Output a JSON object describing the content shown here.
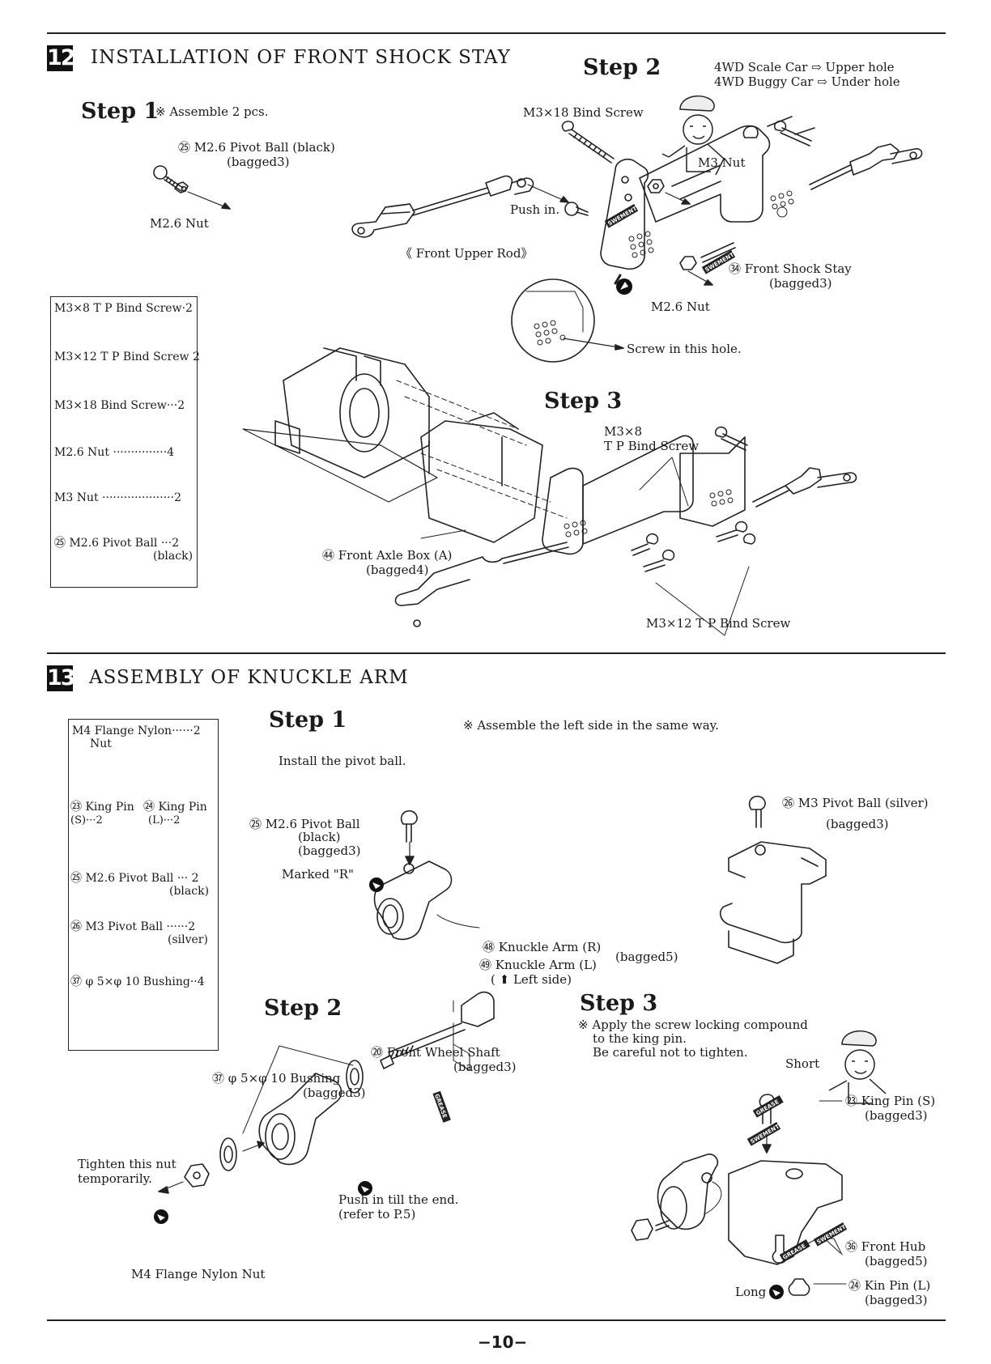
{
  "sec12": {
    "number": "12",
    "title": "INSTALLATION OF FRONT SHOCK STAY",
    "step1": {
      "label": "Step 1",
      "note": "※ Assemble 2 pcs.",
      "pivot_ball": "㉕ M2.6 Pivot Ball  (black)",
      "pivot_ball_bag": "(bagged3)",
      "nut": "M2.6 Nut"
    },
    "step2": {
      "label": "Step 2",
      "note_line1": "4WD Scale Car ⇨ Upper hole",
      "note_line2": "4WD Buggy Car ⇨  Under hole",
      "bind_screw": "M3×18 Bind Screw",
      "m3_nut": "M3 Nut",
      "push_in": "Push in.",
      "upper_rod": "《 Front Upper Rod》",
      "shock_stay": "㉞ Front Shock Stay",
      "shock_stay_bag": "(bagged3)",
      "m26_nut": "M2.6 Nut",
      "screw_hole": "Screw in this hole."
    },
    "step3": {
      "label": "Step 3",
      "tp_screw_a": "M3×8",
      "tp_screw_b": "T P Bind Screw",
      "axle_box": "㊹ Front Axle Box (A)",
      "axle_box_bag": "(bagged4)",
      "tp_screw12": "M3×12 T P Bind Screw"
    },
    "parts": [
      {
        "name": "M3×8 T P Bind Screw",
        "qty": "2"
      },
      {
        "name": "M3×12 T P Bind Screw",
        "qty": "2"
      },
      {
        "name": "M3×18 Bind Screw",
        "qty": "2"
      },
      {
        "name": "M2.6 Nut",
        "qty": "4"
      },
      {
        "name": "M3 Nut",
        "qty": "2"
      },
      {
        "name": "㉕ M2.6 Pivot Ball",
        "qty": "2",
        "note": "(black)"
      }
    ]
  },
  "sec13": {
    "number": "13",
    "title": "ASSEMBLY OF KNUCKLE ARM",
    "step1": {
      "label": "Step 1",
      "note": "※ Assemble the left side in the same way.",
      "instruction": "Install the pivot ball.",
      "pivot_ball": "㉕ M2.6 Pivot Ball",
      "pivot_ball_color": "(black)",
      "pivot_ball_bag": "(bagged3)",
      "marked_r": "Marked \"R\"",
      "knuckle_r": "㊽ Knuckle Arm  (R)",
      "knuckle_l": "㊾ Knuckle Arm  (L)",
      "knuckle_bag": "(bagged5)",
      "left_side": "( ⬆ Left side)",
      "m3_ball": "㉖ M3 Pivot Ball (silver)",
      "m3_ball_bag": "(bagged3)"
    },
    "step2": {
      "label": "Step 2",
      "wheel_shaft": "⑳ Front Wheel Shaft",
      "wheel_shaft_bag": "(bagged3)",
      "bushing": "㊲ φ 5×φ 10 Bushing",
      "bushing_bag": "(bagged3)",
      "tighten_1": "Tighten this nut",
      "tighten_2": "temporarily.",
      "push_1": "Push in till the end.",
      "push_2": "(refer to P.5)",
      "flange_nut": "M4 Flange Nylon Nut"
    },
    "step3": {
      "label": "Step 3",
      "note_1": "※ Apply the screw locking compound",
      "note_2": "to the king pin.",
      "note_3": "Be careful not to tighten.",
      "short": "Short",
      "king_pin_s": "㉓ King Pin (S)",
      "king_pin_s_bag": "(bagged3)",
      "front_hub": "㊱ Front Hub",
      "front_hub_bag": "(bagged5)",
      "long": "Long",
      "king_pin_l": "㉔ Kin Pin (L)",
      "king_pin_l_bag": "(bagged3)"
    },
    "parts": {
      "flange_nut": "M4 Flange Nylon······2",
      "flange_nut_2": "Nut",
      "king_pin_s": "㉓ King Pin",
      "king_pin_s_q": "(S)···2",
      "king_pin_l": "㉔ King Pin",
      "king_pin_l_q": "(L)···2",
      "ball26": "㉕ M2.6 Pivot Ball   ··· 2",
      "ball26_note": "(black)",
      "ball3": "㉖ M3 Pivot Ball   ······2",
      "ball3_note": "(silver)",
      "bushing": "㊲ φ 5×φ 10 Bushing··4"
    }
  },
  "page_number": "−10−",
  "stamps": [
    "SWEMENT",
    "GREASE"
  ]
}
